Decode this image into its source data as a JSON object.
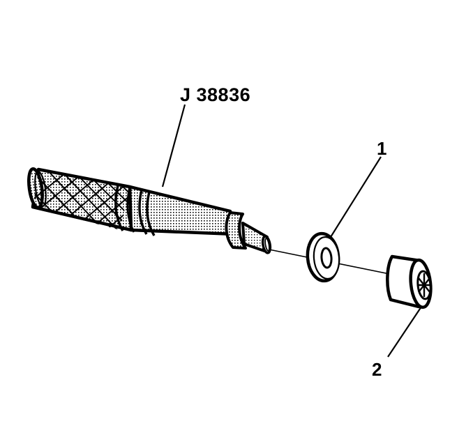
{
  "figure": {
    "type": "exploded-parts-line-drawing",
    "background_color": "#ffffff",
    "line_color": "#000000",
    "fill_pattern": "stipple-dots",
    "tool_label": "J 38836",
    "callouts": [
      {
        "id": "1",
        "label": "1",
        "part": "washer"
      },
      {
        "id": "2",
        "label": "2",
        "part": "bushing"
      }
    ],
    "parts": [
      {
        "name": "knurled-driver-tool",
        "label": "J 38836"
      },
      {
        "name": "washer",
        "label": "1"
      },
      {
        "name": "bushing",
        "label": "2"
      }
    ]
  }
}
